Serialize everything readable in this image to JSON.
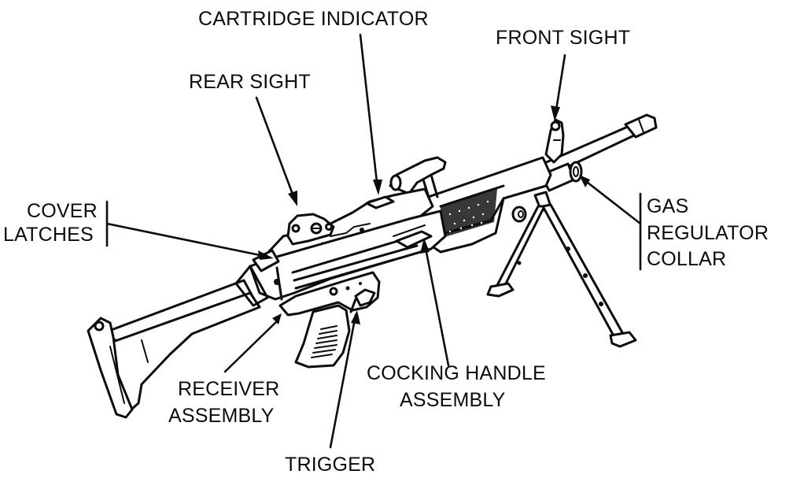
{
  "diagram": {
    "subject": "machine gun parts identification",
    "ink_color": "#0c0c0c",
    "background_color": "#ffffff",
    "labels": {
      "cartridge_indicator": [
        "CARTRIDGE INDICATOR"
      ],
      "front_sight": [
        "FRONT SIGHT"
      ],
      "rear_sight": [
        "REAR SIGHT"
      ],
      "cover_latches": [
        "COVER",
        "LATCHES"
      ],
      "gas_regulator_collar": [
        "GAS",
        "REGULATOR",
        "COLLAR"
      ],
      "receiver_assembly": [
        "RECEIVER",
        "ASSEMBLY"
      ],
      "cocking_handle_assembly": [
        "COCKING HANDLE",
        "ASSEMBLY"
      ],
      "trigger": [
        "TRIGGER"
      ]
    }
  }
}
